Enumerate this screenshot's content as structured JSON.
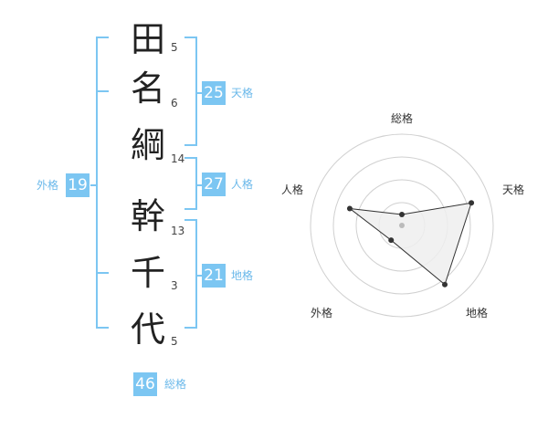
{
  "name_chars": [
    {
      "char": "田",
      "strokes": "5"
    },
    {
      "char": "名",
      "strokes": "6"
    },
    {
      "char": "綱",
      "strokes": "14"
    },
    {
      "char": "幹",
      "strokes": "13"
    },
    {
      "char": "千",
      "strokes": "3"
    },
    {
      "char": "代",
      "strokes": "5"
    }
  ],
  "fortunes": {
    "tenkaku": {
      "value": "25",
      "label": "天格"
    },
    "jinkaku": {
      "value": "27",
      "label": "人格"
    },
    "chikaku": {
      "value": "21",
      "label": "地格"
    },
    "gaikaku": {
      "value": "19",
      "label": "外格"
    },
    "soukaku": {
      "value": "46",
      "label": "総格"
    }
  },
  "radar": {
    "axes": [
      "総格",
      "天格",
      "地格",
      "外格",
      "人格"
    ],
    "values": [
      0.12,
      0.8,
      0.8,
      0.2,
      0.6
    ],
    "colors": {
      "grid": "#d0d0d0",
      "fill": "#eeeeee",
      "stroke": "#333333",
      "point": "#333333",
      "center": "#bbbbbb"
    }
  },
  "colors": {
    "accent": "#7cc6f2"
  }
}
